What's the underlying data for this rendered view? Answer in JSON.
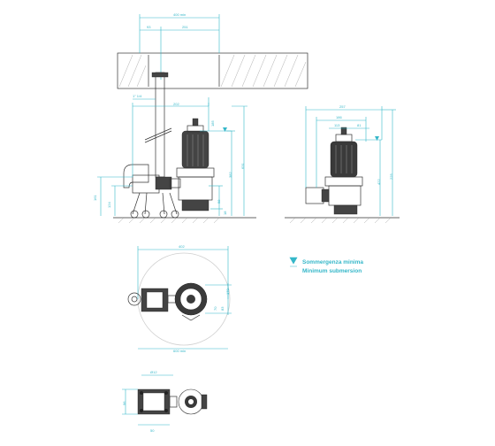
{
  "colors": {
    "dimension": "#35b7c9",
    "ink": "#333333",
    "background": "#ffffff"
  },
  "legend": {
    "icon": "water-level-icon",
    "line1": "Sommergenza minima",
    "line2": "Minimum submersion"
  },
  "front_view": {
    "width_top": "400 min",
    "left_offset": "93",
    "centre_offset": "251",
    "pipe_thread": "1\" 1/4",
    "top_width": "202",
    "heights": [
      "161",
      "124",
      "58",
      "18",
      "382",
      "631",
      "185"
    ]
  },
  "side_view": {
    "widths": [
      "257",
      "186",
      "113",
      "81"
    ],
    "heights": [
      "422",
      "225"
    ]
  },
  "plan_view": {
    "outer_width": "402",
    "bottom_width": "600 min",
    "right_dims": [
      "170",
      "70",
      "83"
    ]
  },
  "base_view": {
    "hole": "Ø12",
    "left_dim": "96",
    "bottom_dim": "50"
  }
}
